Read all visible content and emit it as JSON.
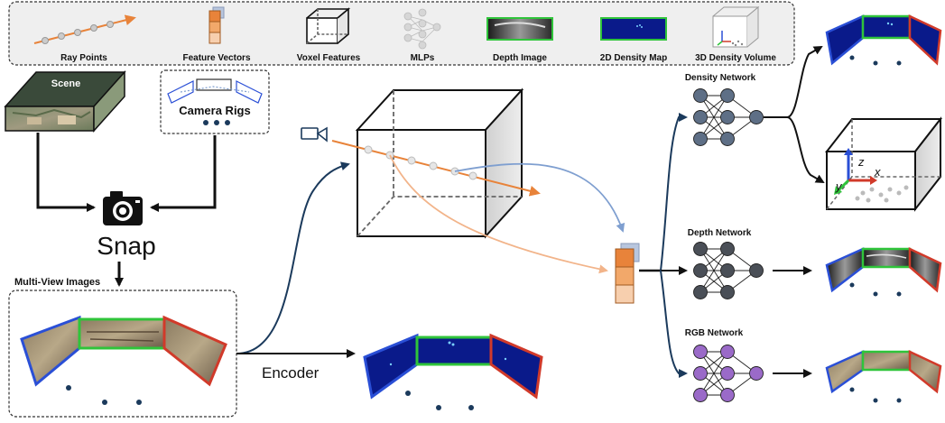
{
  "legend": {
    "items": [
      {
        "label": "Ray Points",
        "icon": "ray-points-icon"
      },
      {
        "label": "Feature Vectors",
        "icon": "feature-vectors-icon"
      },
      {
        "label": "Voxel Features",
        "icon": "voxel-cube-icon"
      },
      {
        "label": "MLPs",
        "icon": "mlp-network-icon"
      },
      {
        "label": "Depth Image",
        "icon": "depth-image-icon"
      },
      {
        "label": "2D Density Map",
        "icon": "density-map-icon"
      },
      {
        "label": "3D Density Volume",
        "icon": "density-volume-icon"
      }
    ]
  },
  "inputs": {
    "scene_label": "Scene",
    "camera_rigs_label": "Camera Rigs",
    "snap_label": "Snap",
    "multiview_label": "Multi-View Images"
  },
  "pipeline": {
    "encoder_label": "Encoder"
  },
  "networks": {
    "density": "Density Network",
    "depth": "Depth Network",
    "rgb": "RGB Network"
  },
  "axes": {
    "z": "z",
    "x": "x",
    "y": "y"
  },
  "colors": {
    "orange": "#e8833a",
    "navy": "#1b3a5c",
    "blue_frame": "#2a4fd6",
    "green_frame": "#2fc43a",
    "red_frame": "#d13a2a",
    "density_bg": "#0a1a8a",
    "node_gray": "#5e6f86",
    "node_dark": "#4a4f57",
    "node_purple": "#9a6ac8"
  }
}
